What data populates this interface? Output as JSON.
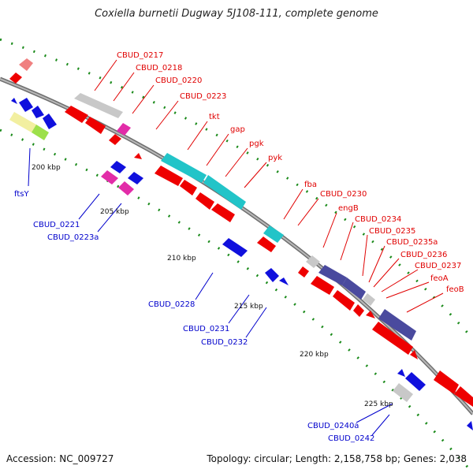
{
  "header": {
    "title": "Coxiella burnetii Dugway 5J108-111, complete genome"
  },
  "footer": {
    "accession": "Accession: NC_009727",
    "summary": "Topology: circular; Length: 2,158,758 bp; Genes: 2,038"
  },
  "colors": {
    "forward_cds": "#ee0000",
    "reverse_cds": "#1010dd",
    "cyan_feature": "#22c4c8",
    "purple_feature": "#4a4a9e",
    "gray_feature": "#c4c4c4",
    "magenta_feature": "#e22ca8",
    "ticks": "#1a8a1a",
    "backbone": "#808080",
    "label_red": "#e00000",
    "label_blue": "#0000cc"
  },
  "scale": {
    "kbp_labels": [
      "200 kbp",
      "205 kbp",
      "210 kbp",
      "215 kbp",
      "220 kbp",
      "225 kbp"
    ]
  },
  "labels": {
    "forward": [
      "CBUD_0217",
      "CBUD_0218",
      "CBUD_0220",
      "CBUD_0223",
      "tkt",
      "gap",
      "pgk",
      "pyk",
      "fba",
      "CBUD_0230",
      "engB",
      "CBUD_0234",
      "CBUD_0235",
      "CBUD_0235a",
      "CBUD_0236",
      "CBUD_0237",
      "feoA",
      "feoB"
    ],
    "reverse": [
      "ftsY",
      "CBUD_0221",
      "CBUD_0223a",
      "CBUD_0228",
      "CBUD_0231",
      "CBUD_0232",
      "CBUD_0240a",
      "CBUD_0242"
    ]
  }
}
